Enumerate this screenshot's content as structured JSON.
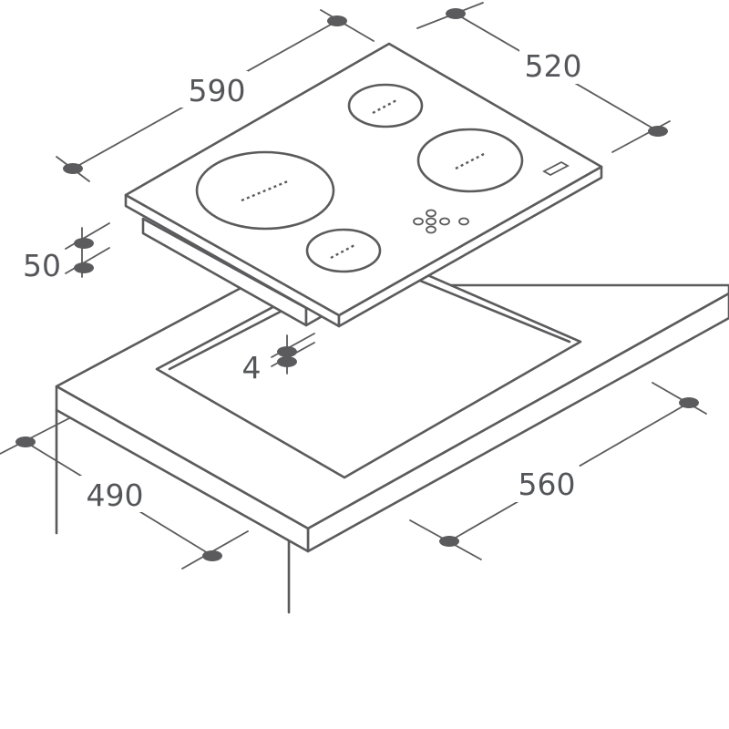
{
  "dimensions": {
    "hob_width": "590",
    "hob_depth": "520",
    "hob_height": "50",
    "gap": "4",
    "cutout_depth": "490",
    "cutout_width": "560"
  },
  "colors": {
    "line": "#5b5b5d",
    "background": "#ffffff"
  }
}
